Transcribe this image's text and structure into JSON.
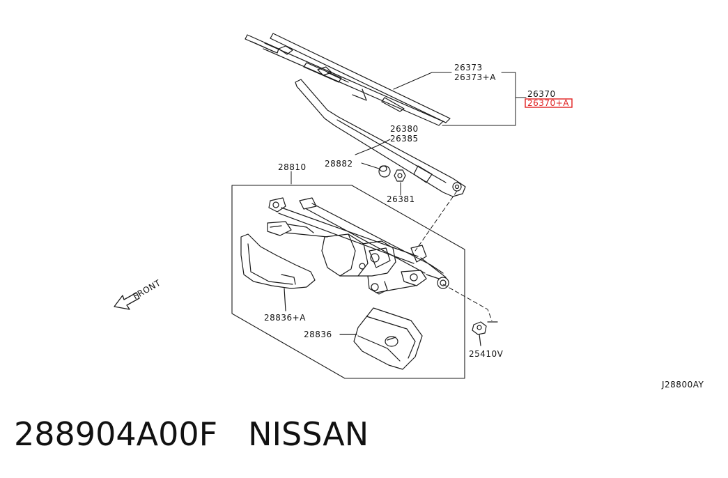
{
  "diagram_id": "J28800AY",
  "front_label": "FRONT",
  "callouts": {
    "blade_a": "26373",
    "blade_b": "26373+A",
    "blade_assy_a": "26370",
    "blade_assy_b": "26370+A",
    "arm_a": "26380",
    "arm_b": "26385",
    "cap": "28882",
    "nut": "26381",
    "linkage": "28810",
    "cover_b": "28836+A",
    "cover_a": "28836",
    "bolt": "25410V"
  },
  "caption": {
    "part_number": "288904A00F",
    "brand": "NISSAN"
  },
  "highlight_color": "#e02020"
}
